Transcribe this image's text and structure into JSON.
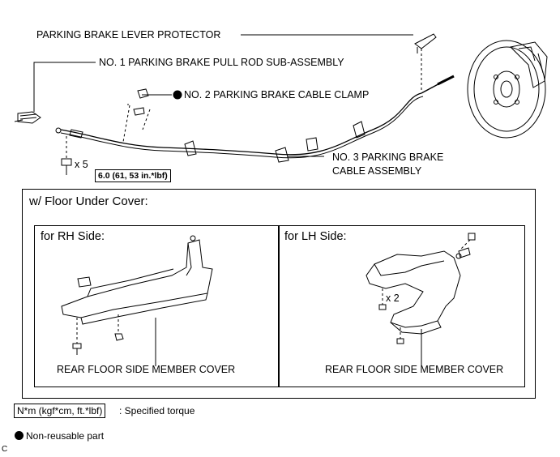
{
  "labels": {
    "protector": "PARKING BRAKE LEVER PROTECTOR",
    "pull_rod": "NO. 1 PARKING BRAKE PULL ROD SUB-ASSEMBLY",
    "clamp": "NO. 2 PARKING BRAKE CABLE CLAMP",
    "cable_line1": "NO. 3 PARKING BRAKE",
    "cable_line2": "CABLE ASSEMBLY",
    "qty_top": "x 5",
    "torque_value": "6.0 (61, 53 in.*lbf)"
  },
  "floor_cover": {
    "title": "w/ Floor Under Cover:",
    "rh": {
      "title": "for RH Side:",
      "part": "REAR FLOOR SIDE MEMBER COVER"
    },
    "lh": {
      "title": "for LH Side:",
      "qty": "x 2",
      "part": "REAR FLOOR SIDE MEMBER COVER"
    }
  },
  "legend": {
    "torque_unit": "N*m (kgf*cm, ft.*lbf)",
    "torque_desc": ": Specified torque",
    "nonreusable": "Non-reusable part"
  },
  "corner_code": "C"
}
